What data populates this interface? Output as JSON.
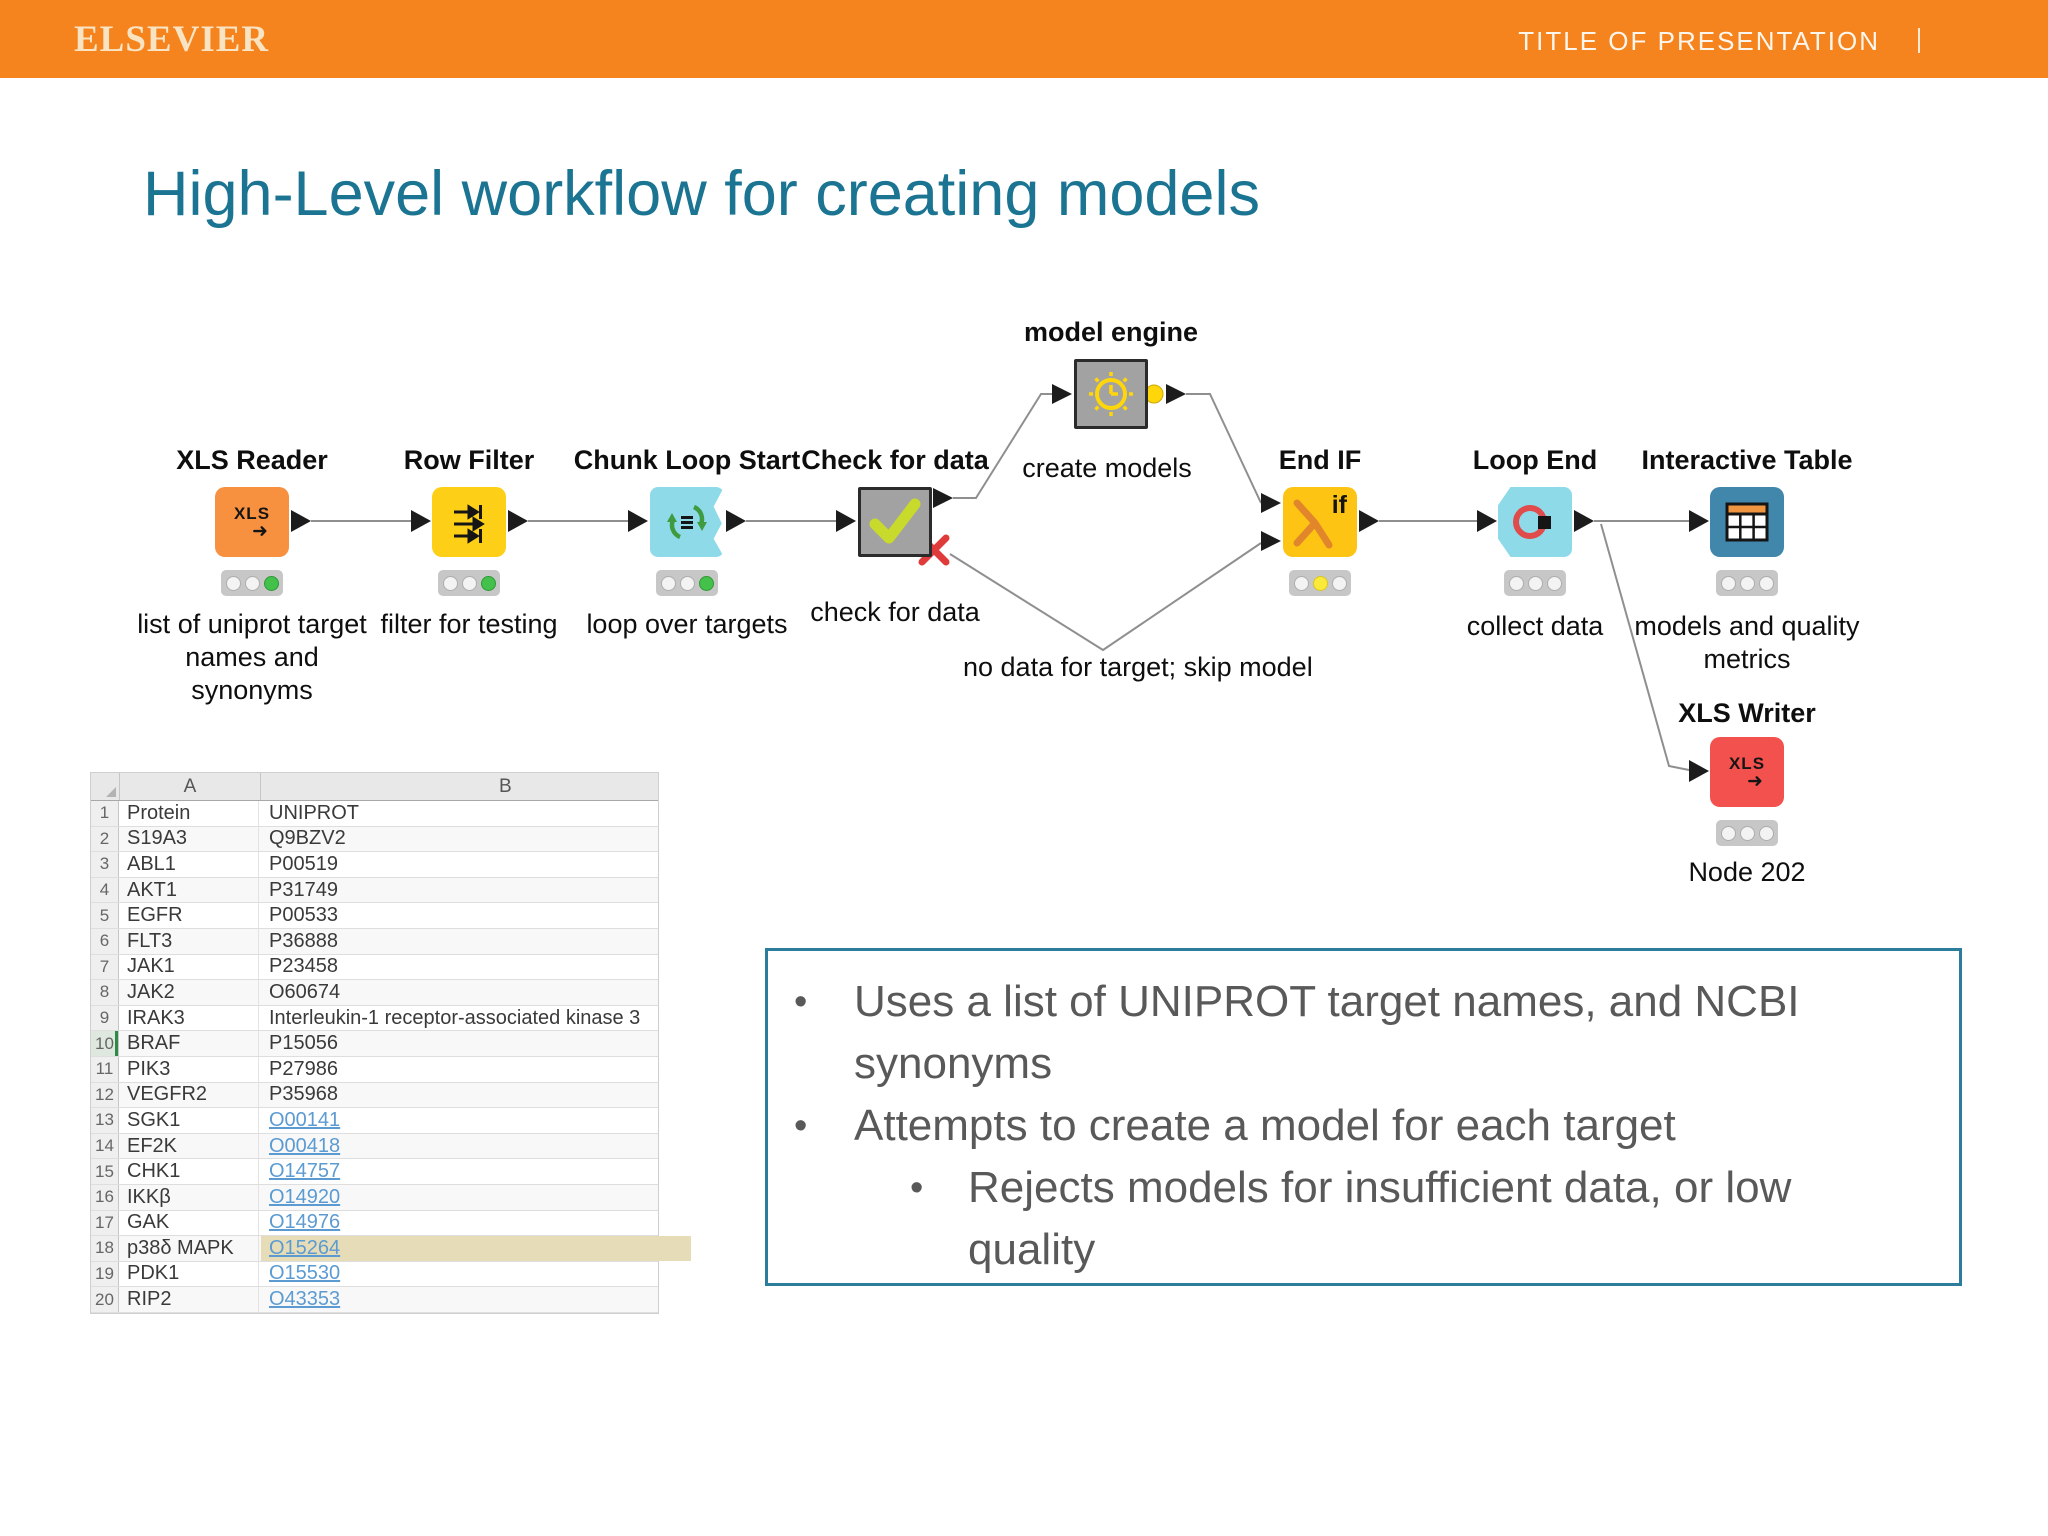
{
  "header": {
    "logo": "ELSEVIER",
    "title": "TITLE OF PRESENTATION"
  },
  "slide_title": "High-Level workflow for creating models",
  "colors": {
    "header_orange": "#F5831E",
    "title_teal": "#1A7492",
    "notes_border": "#2B7D9B",
    "link_blue": "#5C9BD1",
    "row_highlight": "#E6DDB8",
    "node_orange": "#F79140",
    "node_yellow": "#FDD017",
    "node_cyan": "#8EDAE9",
    "node_gray": "#A2A2A2",
    "node_blue": "#4187AC",
    "node_red": "#F2514D"
  },
  "workflow": {
    "nodes": {
      "xls_reader": {
        "title": "XLS Reader",
        "sublabel": "list of uniprot target names and synonyms",
        "icon": "xls-file-arrow-icon",
        "icon_text": "XLS",
        "traffic": [
          "off",
          "off",
          "green"
        ]
      },
      "row_filter": {
        "title": "Row Filter",
        "sublabel": "filter for testing",
        "icon": "row-filter-icon",
        "traffic": [
          "off",
          "off",
          "green"
        ]
      },
      "chunk_loop_start": {
        "title": "Chunk Loop Start",
        "sublabel": "loop over targets",
        "icon": "loop-start-icon",
        "traffic": [
          "off",
          "off",
          "green"
        ]
      },
      "check_for_data": {
        "title": "Check for data",
        "sublabel": "check for data",
        "icon": "checkmark-icon"
      },
      "model_engine": {
        "title": "model engine",
        "sublabel": "create models",
        "icon": "clock-icon"
      },
      "end_if": {
        "title": "End IF",
        "icon_text": "if",
        "icon": "branch-merge-icon",
        "traffic": [
          "off",
          "yellow",
          "off"
        ]
      },
      "loop_end": {
        "title": "Loop End",
        "sublabel": "collect data",
        "icon": "loop-end-icon",
        "traffic": [
          "off",
          "off",
          "off"
        ]
      },
      "interactive_table": {
        "title": "Interactive Table",
        "sublabel": "models and quality metrics",
        "icon": "table-icon",
        "traffic": [
          "off",
          "off",
          "off"
        ]
      },
      "xls_writer": {
        "title": "XLS Writer",
        "sublabel": "Node 202",
        "icon": "xls-file-arrow-icon",
        "icon_text": "XLS",
        "traffic": [
          "off",
          "off",
          "off"
        ]
      }
    },
    "annotation": "no data for target; skip model"
  },
  "spreadsheet": {
    "columns": [
      "A",
      "B"
    ],
    "rows": [
      {
        "n": "1",
        "a": "Protein",
        "b": "UNIPROT"
      },
      {
        "n": "2",
        "a": "S19A3",
        "b": "Q9BZV2"
      },
      {
        "n": "3",
        "a": "ABL1",
        "b": "P00519"
      },
      {
        "n": "4",
        "a": "AKT1",
        "b": "P31749"
      },
      {
        "n": "5",
        "a": "EGFR",
        "b": "P00533"
      },
      {
        "n": "6",
        "a": "FLT3",
        "b": "P36888"
      },
      {
        "n": "7",
        "a": "JAK1",
        "b": "P23458"
      },
      {
        "n": "8",
        "a": "JAK2",
        "b": "O60674"
      },
      {
        "n": "9",
        "a": "IRAK3",
        "b": "Interleukin-1 receptor-associated kinase 3"
      },
      {
        "n": "10",
        "a": "BRAF",
        "b": "P15056",
        "active": true
      },
      {
        "n": "11",
        "a": "PIK3",
        "b": "P27986"
      },
      {
        "n": "12",
        "a": "VEGFR2",
        "b": "P35968"
      },
      {
        "n": "13",
        "a": "SGK1",
        "b": "O00141",
        "link": true
      },
      {
        "n": "14",
        "a": "EF2K",
        "b": "O00418",
        "link": true
      },
      {
        "n": "15",
        "a": "CHK1",
        "b": "O14757",
        "link": true
      },
      {
        "n": "16",
        "a": "IKKβ",
        "b": "O14920",
        "link": true
      },
      {
        "n": "17",
        "a": "GAK",
        "b": "O14976",
        "link": true
      },
      {
        "n": "18",
        "a": "p38δ MAPK",
        "b": "O15264",
        "link": true,
        "highlight": true
      },
      {
        "n": "19",
        "a": "PDK1",
        "b": "O15530",
        "link": true
      },
      {
        "n": "20",
        "a": "RIP2",
        "b": "O43353",
        "link": true
      }
    ]
  },
  "bullets": {
    "items": [
      {
        "level": 1,
        "text": "Uses a list of UNIPROT target names, and NCBI synonyms"
      },
      {
        "level": 1,
        "text": "Attempts to create a model for each target"
      },
      {
        "level": 2,
        "text": "Rejects models for insufficient data, or low quality"
      }
    ]
  }
}
